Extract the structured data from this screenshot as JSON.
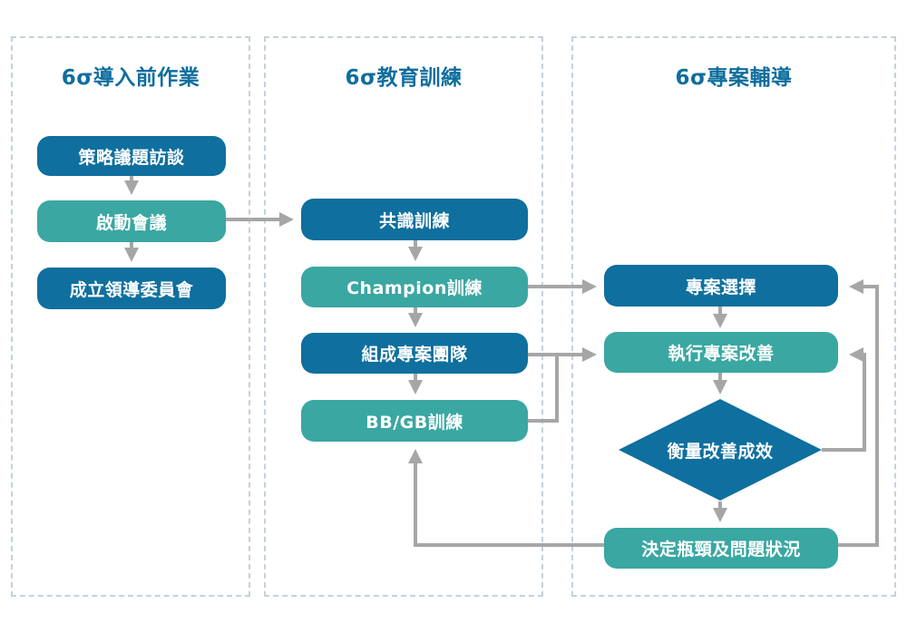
{
  "lanes": [
    {
      "title": "6σ導入前作業"
    },
    {
      "title": "6σ教育訓練"
    },
    {
      "title": "6σ專案輔導"
    }
  ],
  "nodes": {
    "strategy_interview": "策略議題訪談",
    "kickoff_meeting": "啟動會議",
    "leadership_committee": "成立領導委員會",
    "consensus_training": "共識訓練",
    "champion_training": "Champion訓練",
    "form_project_team": "組成專案團隊",
    "bbgb_training": "BB/GB訓練",
    "project_selection": "專案選擇",
    "execute_improvement": "執行專案改善",
    "measure_results": "衡量改善成效",
    "decide_bottleneck": "決定瓶頸及問題狀況"
  },
  "colors": {
    "dark_node": "#0f6f9e",
    "teal_node": "#3aa7a2",
    "arrow": "#a6a6a6",
    "lane_border": "#c4d1dc",
    "lane_title": "#0f6e9e"
  }
}
